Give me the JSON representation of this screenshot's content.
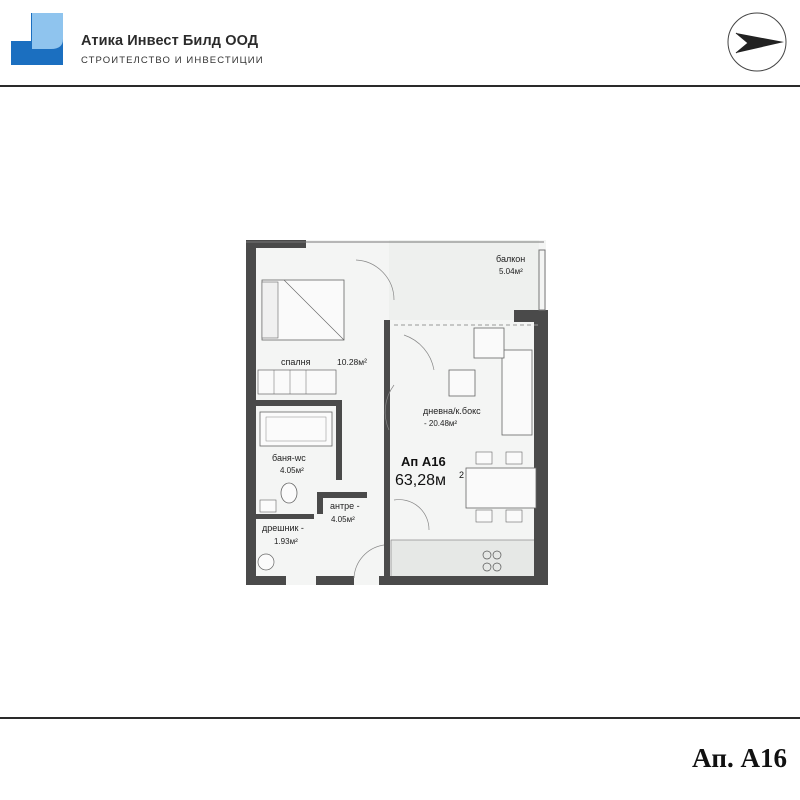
{
  "header": {
    "company_name": "Атика Инвест Билд ООД",
    "company_subtitle": "СТРОИТЕЛСТВО И ИНВЕСТИЦИИ",
    "logo_icon": "company-logo-icon",
    "compass_icon": "north-arrow-icon",
    "brand_color": "#1b6fc0",
    "brand_light": "#8fc4ee"
  },
  "plan": {
    "apartment_label": "Ап А16",
    "apartment_area": "63,28м",
    "apartment_area_sup": "2",
    "rooms": [
      {
        "name": "балкон",
        "area": "5.04м²"
      },
      {
        "name": "спалня",
        "area": "10.28м²"
      },
      {
        "name": "дневна/к.бокс",
        "area": "- 20.48м²"
      },
      {
        "name": "баня-wc",
        "area": "4.05м²"
      },
      {
        "name": "антре -",
        "area": "4.05м²"
      },
      {
        "name": "дрешник -",
        "area": "1.93м²"
      }
    ]
  },
  "footer": {
    "title": "Ап. А16"
  }
}
